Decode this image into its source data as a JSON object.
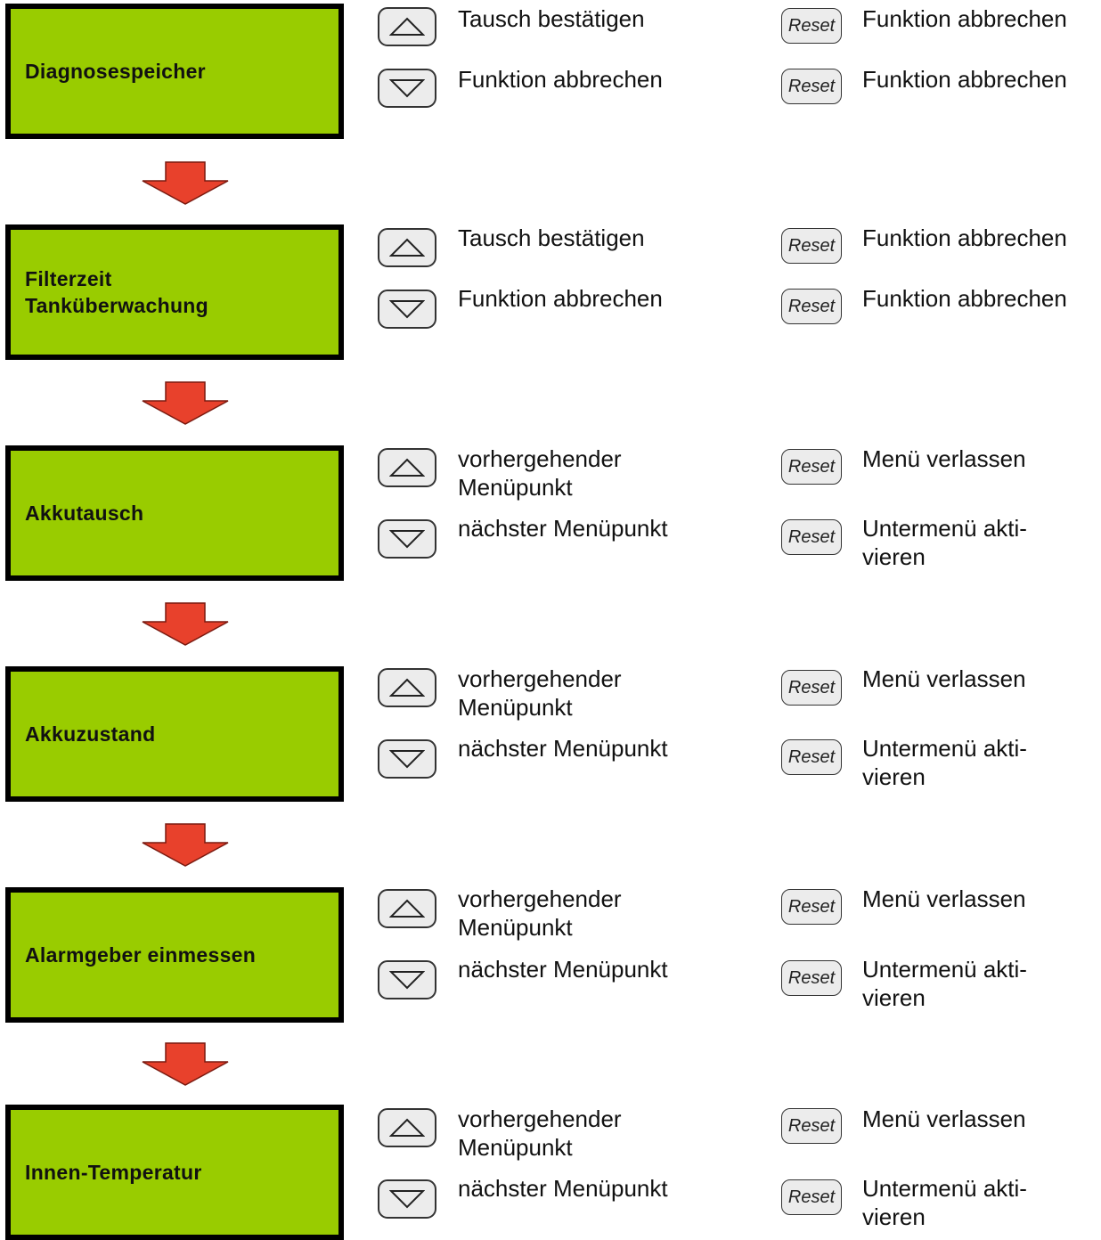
{
  "keys": {
    "reset_label": "Reset"
  },
  "colors": {
    "display_bg": "#99cc00",
    "display_border": "#000000",
    "arrow_fill": "#e8412c",
    "arrow_stroke": "#7a1a10"
  },
  "icons": {
    "up": "triangle-up-icon",
    "down": "triangle-down-icon",
    "arrow": "arrow-down-icon"
  },
  "rows": [
    {
      "display": "Diagnosespeicher",
      "up_desc": "Tausch bestätigen",
      "down_desc": "Funktion abbrechen",
      "reset1_desc": "Funktion abbrechen",
      "reset2_desc": "Funktion abbrechen"
    },
    {
      "display": "Filterzeit\nTanküberwachung",
      "up_desc": "Tausch bestätigen",
      "down_desc": "Funktion abbrechen",
      "reset1_desc": "Funktion abbrechen",
      "reset2_desc": "Funktion abbrechen"
    },
    {
      "display": "Akkutausch",
      "up_desc": "vorhergehender\nMenüpunkt",
      "down_desc": "nächster Menüpunkt",
      "reset1_desc": "Menü verlassen",
      "reset2_desc": "Untermenü akti-\nvieren"
    },
    {
      "display": "Akkuzustand",
      "up_desc": "vorhergehender\nMenüpunkt",
      "down_desc": "nächster Menüpunkt",
      "reset1_desc": "Menü verlassen",
      "reset2_desc": "Untermenü akti-\nvieren"
    },
    {
      "display": "Alarmgeber einmessen",
      "up_desc": "vorhergehender\nMenüpunkt",
      "down_desc": "nächster Menüpunkt",
      "reset1_desc": "Menü verlassen",
      "reset2_desc": "Untermenü akti-\nvieren"
    },
    {
      "display": "Innen-Temperatur",
      "up_desc": "vorhergehender\nMenüpunkt",
      "down_desc": "nächster Menüpunkt",
      "reset1_desc": "Menü verlassen",
      "reset2_desc": "Untermenü akti-\nvieren"
    }
  ]
}
